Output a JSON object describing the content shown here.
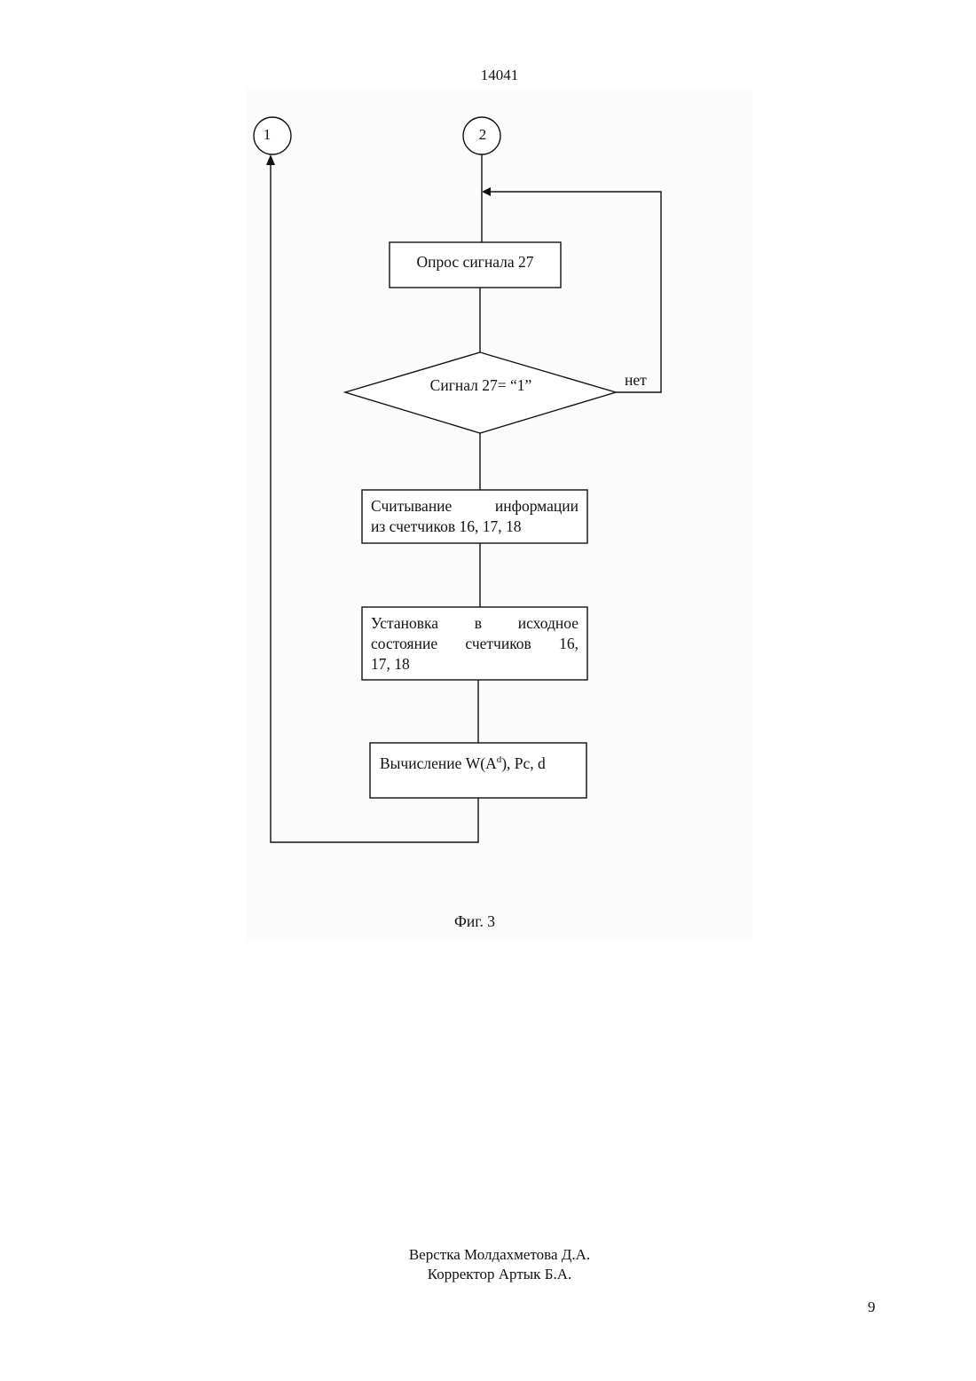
{
  "document_number": "14041",
  "page_number": "9",
  "figure_caption": "Фиг. 3",
  "credits": {
    "layout": "Верстка Молдахметова Д.А.",
    "corrector": "Корректор Артык Б.А."
  },
  "flowchart": {
    "connectors": [
      {
        "label": "1"
      },
      {
        "label": "2"
      }
    ],
    "poll_box": {
      "text": "Опрос сигнала 27"
    },
    "decision": {
      "text": "Сигнал 27= “1”",
      "no_label": "нет"
    },
    "read_box": {
      "line1": "Считывание информации",
      "line2": "из счетчиков 16, 17, 18"
    },
    "reset_box": {
      "line1": "Установка в исходное",
      "line2": "состояние счетчиков 16,",
      "line3": "17, 18"
    },
    "calc_box": {
      "prefix": "Вычисление W(A",
      "superscript": "d",
      "suffix": "), Pc, d"
    }
  }
}
